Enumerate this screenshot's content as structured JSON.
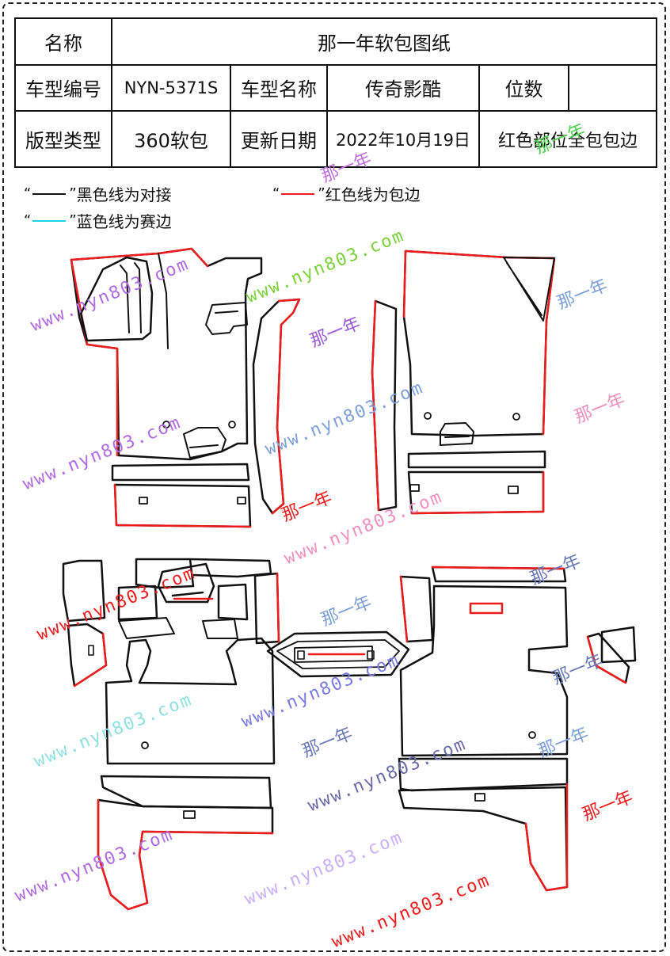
{
  "header": {
    "name_label": "名称",
    "name_value": "那一年软包图纸",
    "model_code_label": "车型编号",
    "model_code_value": "NYN-5371S",
    "model_name_label": "车型名称",
    "model_name_value": "传奇影酷",
    "seats_label": "位数",
    "seats_value": "",
    "pattern_type_label": "版型类型",
    "pattern_type_value": "360软包",
    "update_date_label": "更新日期",
    "update_date_value": "2022年10月19日",
    "red_parts_note": "红色部位全包包边"
  },
  "legend": {
    "black": {
      "quote_open": "“",
      "quote_close": "”",
      "text": "黑色线为对接",
      "color": "#111111"
    },
    "red": {
      "quote_open": "“",
      "quote_close": "”",
      "text": "红色线为包边",
      "color": "#ee1c1c"
    },
    "blue": {
      "quote_open": "“",
      "quote_close": "”",
      "text": "蓝色线为赛边",
      "color": "#19d3e6"
    }
  },
  "watermarks": {
    "url_text": "www.nyn803.com",
    "brand_text": "那一年"
  },
  "colors": {
    "black_line": "#111111",
    "red_line": "#ee1c1c",
    "blue_line": "#19d3e6"
  }
}
